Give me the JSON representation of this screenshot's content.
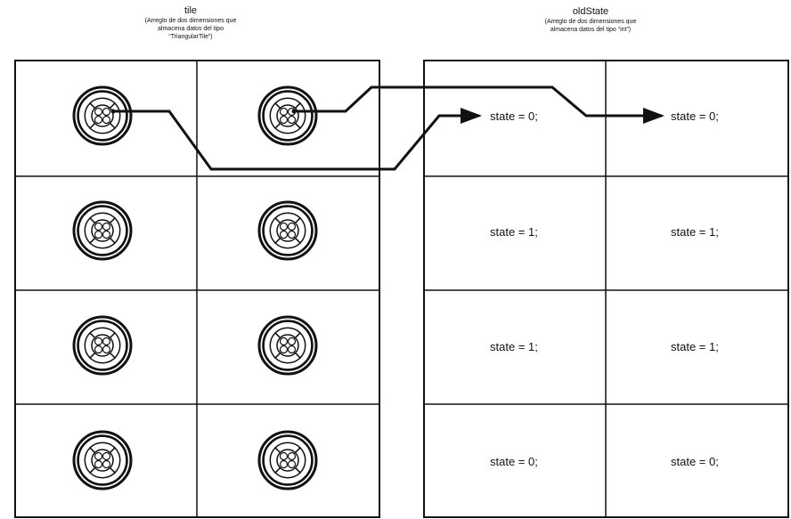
{
  "tile": {
    "title": "tile",
    "subtitle": "(Arreglo de dos dimensiones que\nalmacena datos del tipo\n“TriangularTile”)",
    "rows": 4,
    "cols": 2
  },
  "old_state": {
    "title": "oldState",
    "subtitle": "(Arreglo de dos dimensiones que\nalmacena datos del tipo  “int”)",
    "cells": [
      [
        "state = 0;",
        "state = 0;"
      ],
      [
        "state = 1;",
        "state = 1;"
      ],
      [
        "state = 1;",
        "state = 1;"
      ],
      [
        "state = 0;",
        "state = 0;"
      ]
    ]
  },
  "icon_name": "triangular-tile-icon",
  "colors": {
    "stroke": "#111111",
    "background": "#ffffff"
  }
}
